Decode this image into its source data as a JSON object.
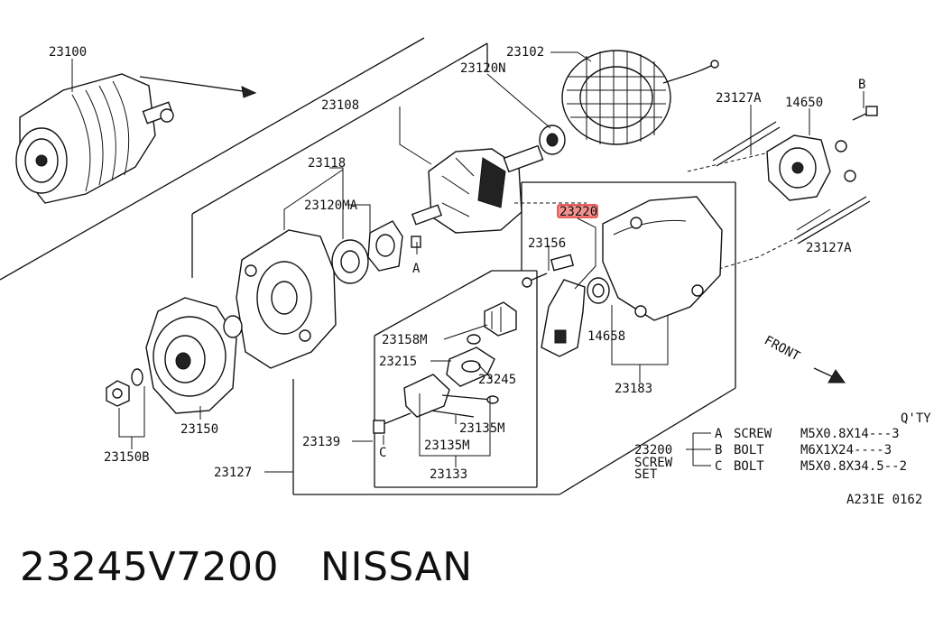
{
  "labels": {
    "l23100": "23100",
    "l23102": "23102",
    "l23120n": "23120N",
    "l23108": "23108",
    "l23127a_top": "23127A",
    "l14650": "14650",
    "lB": "B",
    "l23118": "23118",
    "l23120ma": "23120MA",
    "l232x0": "23220",
    "l23156": "23156",
    "lA": "A",
    "l23127a_bot": "23127A",
    "l14658": "14658",
    "l23158m": "23158M",
    "l23215": "23215",
    "l23245": "23245",
    "l23183": "23183",
    "l23150": "23150",
    "l23150b": "23150B",
    "l23139": "23139",
    "lC": "C",
    "l23135m_a": "23135M",
    "l23135m_b": "23135M",
    "l23133": "23133",
    "l23127": "23127",
    "front": "FRONT"
  },
  "screw_set": {
    "qty_header": "Q'TY",
    "part_no": "23200",
    "title_line1": "SCREW",
    "title_line2": "SET",
    "rows": [
      {
        "letter": "A",
        "kind": "SCREW",
        "spec": "M5X0.8X14---3"
      },
      {
        "letter": "B",
        "kind": "BOLT",
        "spec": "M6X1X24----3"
      },
      {
        "letter": "C",
        "kind": "BOLT",
        "spec": "M5X0.8X34.5--2"
      }
    ]
  },
  "diagram_code": "A231E 0162",
  "footer": {
    "part_number": "23245V7200",
    "brand": "NISSAN"
  },
  "highlight_color": "#e53935"
}
